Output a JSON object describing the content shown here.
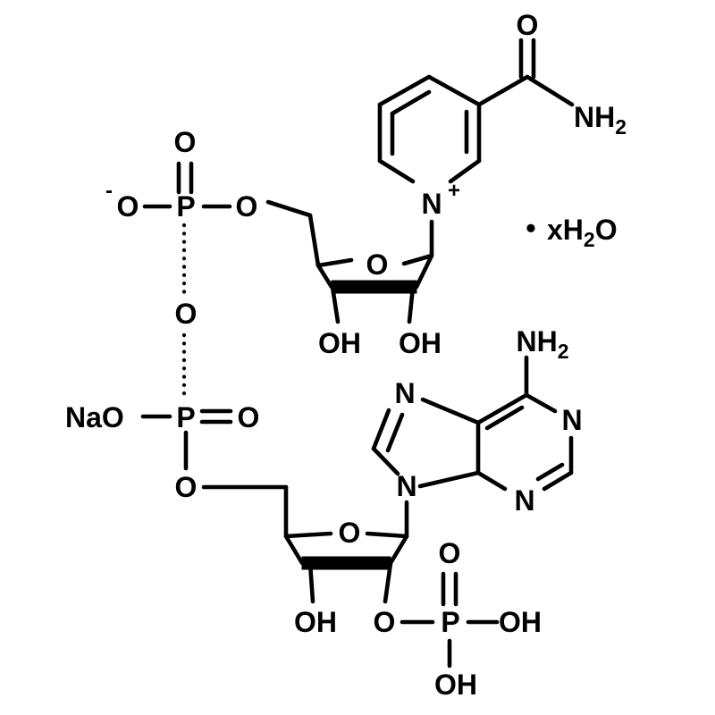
{
  "atoms": {
    "o_carbonyl": "O",
    "nh2_amide": "NH",
    "nh2_amide_sub": "2",
    "n_pyridinium": "N",
    "n_plus": "+",
    "o_phos1_top": "O",
    "o_minus_charge": "-",
    "o_minus": "O",
    "p1": "P",
    "o_p1_link": "O",
    "o_ribose1": "O",
    "o_bridge": "O",
    "oh_ribose1_c3": "OH",
    "oh_ribose1_c2": "OH",
    "naO": "NaO",
    "p2": "P",
    "o_p2_double": "O",
    "o_p2_link": "O",
    "nh2_adenine": "NH",
    "nh2_adenine_sub": "2",
    "n7": "N",
    "n1": "N",
    "n3": "N",
    "n9": "N",
    "o_ribose2": "O",
    "oh_ribose2_c3": "OH",
    "o_ribose2_c2": "O",
    "p3": "P",
    "o_p3_double": "O",
    "oh_p3_right": "OH",
    "oh_p3_bottom": "OH"
  },
  "hydrate": {
    "bullet": "•",
    "prefix": "xH",
    "sub": "2",
    "suffix": "O"
  }
}
